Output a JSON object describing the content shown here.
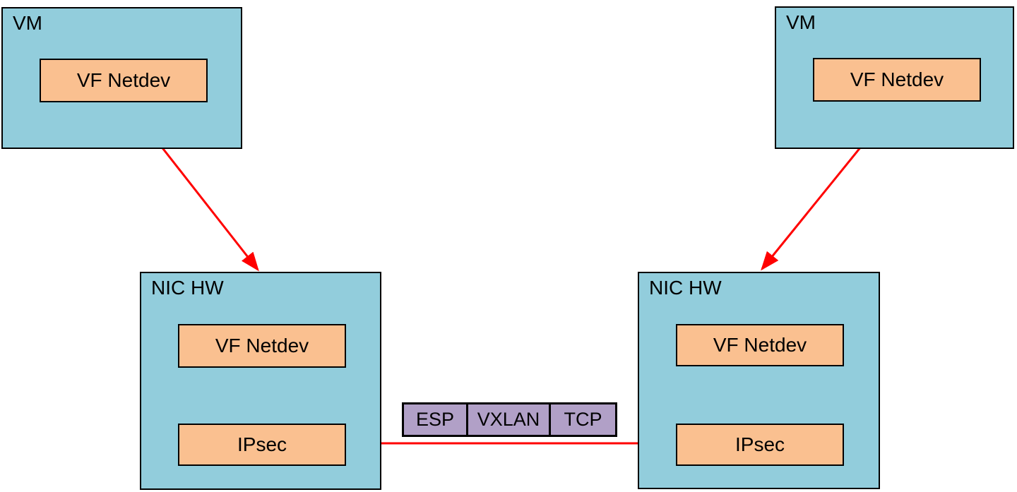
{
  "colors": {
    "container_fill": "#92CDDC",
    "component_fill": "#FAC090",
    "packet_fill": "#B1A0C7",
    "arrow": "#FF0000",
    "border": "#000000"
  },
  "nodes": {
    "vm_left": {
      "label": "VM",
      "vf_netdev": "VF Netdev"
    },
    "vm_right": {
      "label": "VM",
      "vf_netdev": "VF Netdev"
    },
    "nic_left": {
      "label": "NIC HW",
      "vf_netdev": "VF Netdev",
      "ipsec": "IPsec"
    },
    "nic_right": {
      "label": "NIC HW",
      "vf_netdev": "VF Netdev",
      "ipsec": "IPsec"
    }
  },
  "packet": {
    "segments": [
      "ESP",
      "VXLAN",
      "TCP"
    ]
  }
}
